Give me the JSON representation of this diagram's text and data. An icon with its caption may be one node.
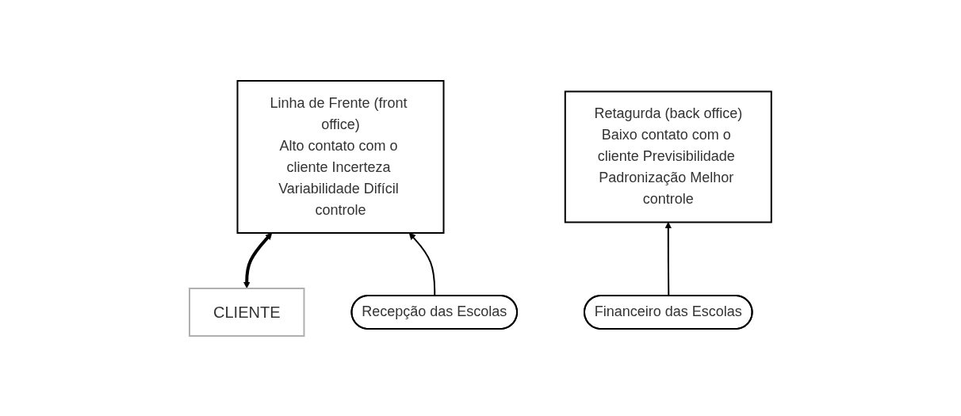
{
  "diagram": {
    "nodes": [
      {
        "text": [
          "CLIENTE"
        ]
      },
      {
        "text": [
          "Linha de Frente (front office)",
          "Alto contato com o cliente Incerteza Variabilidade Difícil controle"
        ]
      },
      {
        "text": [
          "Retagurda (back office)",
          "Baixo contato com o cliente Previsibilidade Padronização Melhor controle"
        ]
      },
      {
        "text": [
          "Recepção das Escolas"
        ]
      },
      {
        "text": [
          "Financeiro das Escolas"
        ]
      }
    ],
    "edges": [
      {
        "from": 0,
        "to": 1,
        "arrow": "both",
        "style": "thick"
      },
      {
        "from": 3,
        "to": 1,
        "arrow": "to"
      },
      {
        "from": 4,
        "to": 2,
        "arrow": "to"
      }
    ]
  }
}
